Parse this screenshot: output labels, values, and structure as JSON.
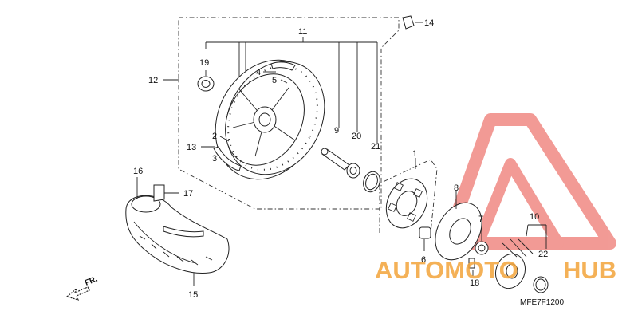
{
  "diagram": {
    "part_labels": {
      "p1": "1",
      "p2": "2",
      "p3": "3",
      "p4": "4",
      "p5": "5",
      "p6": "6",
      "p7": "7",
      "p8": "8",
      "p9": "9",
      "p10": "10",
      "p11": "11",
      "p12": "12",
      "p13": "13",
      "p14": "14",
      "p15": "15",
      "p16": "16",
      "p17": "17",
      "p18": "18",
      "p19": "19",
      "p20": "20",
      "p21": "21",
      "p22": "22"
    },
    "direction_label": "FR.",
    "drawing_code": "MFE7F1200"
  },
  "watermark": {
    "text_left": "AUTOMOTO",
    "text_right": "HUB",
    "color_red": "#e8483f",
    "color_orange": "#f3a43a"
  }
}
